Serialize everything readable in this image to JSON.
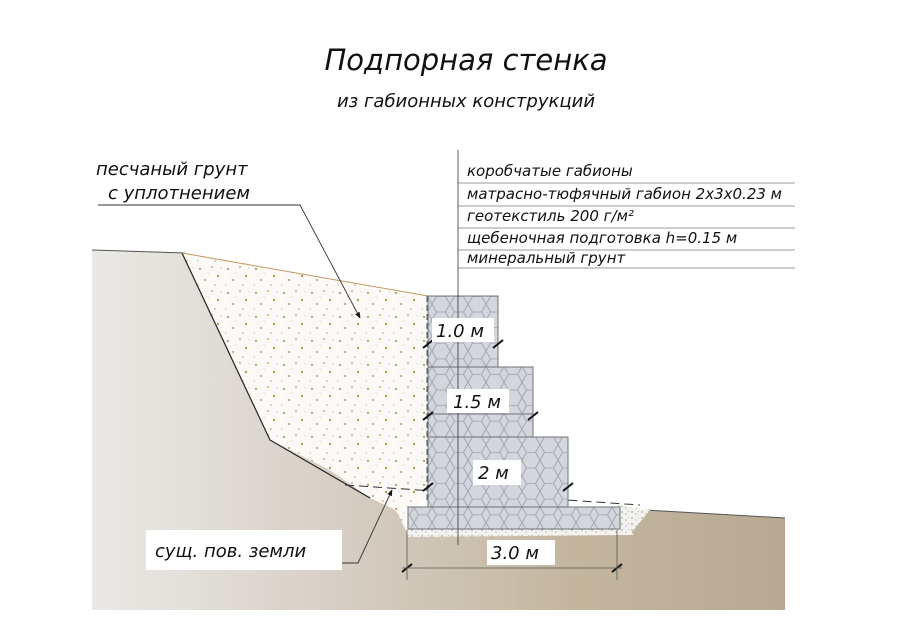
{
  "title": {
    "line1": "Подпорная стенка",
    "line2": "из габионных конструкций"
  },
  "labels": {
    "sand": [
      "песчаный грунт",
      "с уплотнением"
    ],
    "existing_surface": "сущ. пов. земли"
  },
  "legend": [
    "коробчатые габионы",
    "матрасно-тюфячный габион 2х3х0.23 м",
    "геотекстиль 200 г/м²",
    "щебеночная подготовка h=0.15 м",
    "минеральный грунт"
  ],
  "dimensions": {
    "tier_top": "1.0 м",
    "tier_middle": "1.5 м",
    "tier_bottom": "2 м",
    "base_width": "3.0 м"
  },
  "colors": {
    "soil": "#c2b29a",
    "soil_light": "#e6e3df",
    "gabion": "#d3d6dc",
    "gabion_stroke": "#6f737a",
    "sand": "#fbfaf6",
    "sand_dots": "#b59a5c",
    "line": "#222222"
  }
}
